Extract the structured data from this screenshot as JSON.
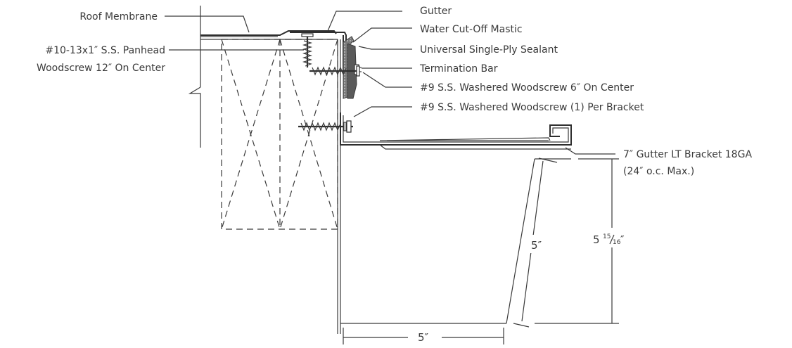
{
  "labels": {
    "roof_membrane": "Roof Membrane",
    "panhead_screw_line1": "#10-13x1″ S.S. Panhead",
    "panhead_screw_line2": "Woodscrew 12″ On Center",
    "gutter": "Gutter",
    "water_cutoff_mastic": "Water Cut-Off Mastic",
    "single_ply_sealant": "Universal Single-Ply Sealant",
    "termination_bar": "Termination Bar",
    "washered_screw_6oc": "#9 S.S. Washered Woodscrew 6″ On Center",
    "washered_screw_per_bracket": "#9 S.S. Washered Woodscrew (1) Per Bracket",
    "bracket_line1": "7″ Gutter LT Bracket 18GA",
    "bracket_line2": "(24″ o.c. Max.)"
  },
  "dimensions": {
    "gutter_front_slant": "5″",
    "gutter_bottom_width": "5″",
    "gutter_height_whole": "5",
    "gutter_height_frac_num": "15",
    "gutter_height_frac_den": "16",
    "gutter_height_unit": "″"
  },
  "colors": {
    "line": "#3a3a3a",
    "sealant_fill": "#6b6b6b",
    "background": "#ffffff"
  }
}
